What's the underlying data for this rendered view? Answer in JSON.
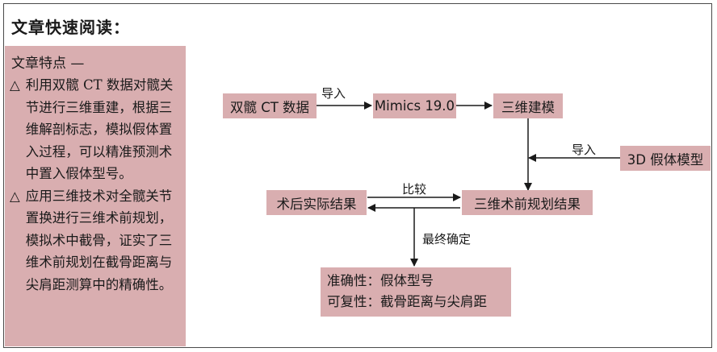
{
  "title": "文章快速阅读：",
  "sidebar": {
    "heading": "文章特点 —",
    "points": [
      "利用双髋 CT 数据对髋关节进行三维重建，根据三维解剖标志，模拟假体置入过程，可以精准预测术中置入假体型号。",
      "应用三维技术对全髋关节置换进行三维术前规划，模拟术中截骨，证实了三维术前规划在截骨距离与尖肩距测算中的精确性。"
    ],
    "bullet": "△"
  },
  "flow": {
    "ct_data": "双髋 CT 数据",
    "mimics": "Mimics 19.0",
    "modeling": "三维建模",
    "prosthesis_model": "3D 假体模型",
    "postop_result": "术后实际结果",
    "preop_plan": "三维术前规划结果",
    "result_line1": "准确性：假体型号",
    "result_line2": "可复性：截骨距离与尖肩距",
    "label_import1": "导入",
    "label_import2": "导入",
    "label_compare": "比较",
    "label_final": "最终确定"
  },
  "colors": {
    "box_fill": "#d9aeb0",
    "arrow": "#1a1a1a"
  }
}
